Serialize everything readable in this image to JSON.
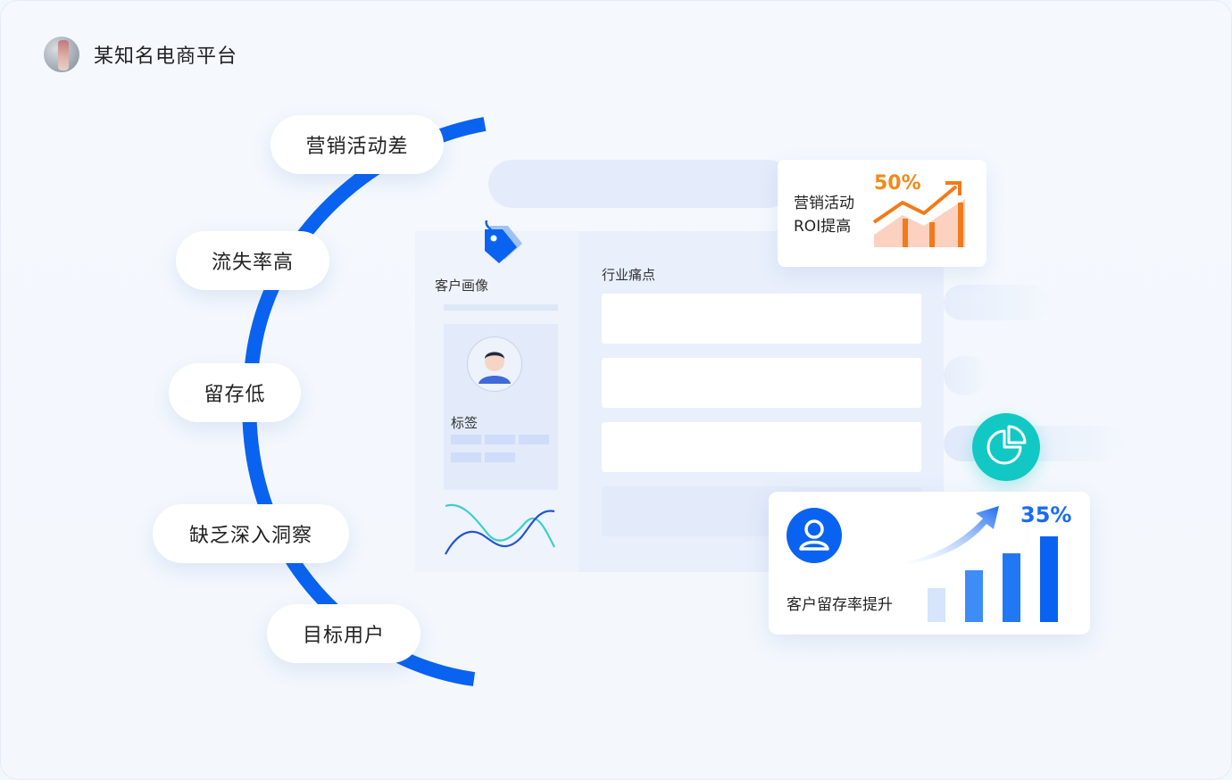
{
  "brand": {
    "name": "某知名电商平台"
  },
  "pills": [
    {
      "label": "营销活动差"
    },
    {
      "label": "流失率高"
    },
    {
      "label": "留存低"
    },
    {
      "label": "缺乏深入洞察"
    },
    {
      "label": "目标用户"
    }
  ],
  "panel": {
    "customer_profile": "客户画像",
    "tags": "标签",
    "pain_points": "行业痛点"
  },
  "roi_card": {
    "title": "营销活动ROI提高",
    "value": "50%"
  },
  "retention_card": {
    "title": "客户留存率提升",
    "value": "35%",
    "bars_relative": [
      0.4,
      0.6,
      0.8,
      1.0
    ]
  },
  "colors": {
    "primary_blue": "#0a63f0",
    "orange": "#f08a1a",
    "teal": "#12c8c4",
    "panel_bg": "#e9f0fc"
  },
  "icons": [
    "avatar",
    "tag-icon",
    "person-icon",
    "line-chart-icon",
    "pie-chart-icon",
    "user-icon",
    "trend-arrow-icon"
  ]
}
